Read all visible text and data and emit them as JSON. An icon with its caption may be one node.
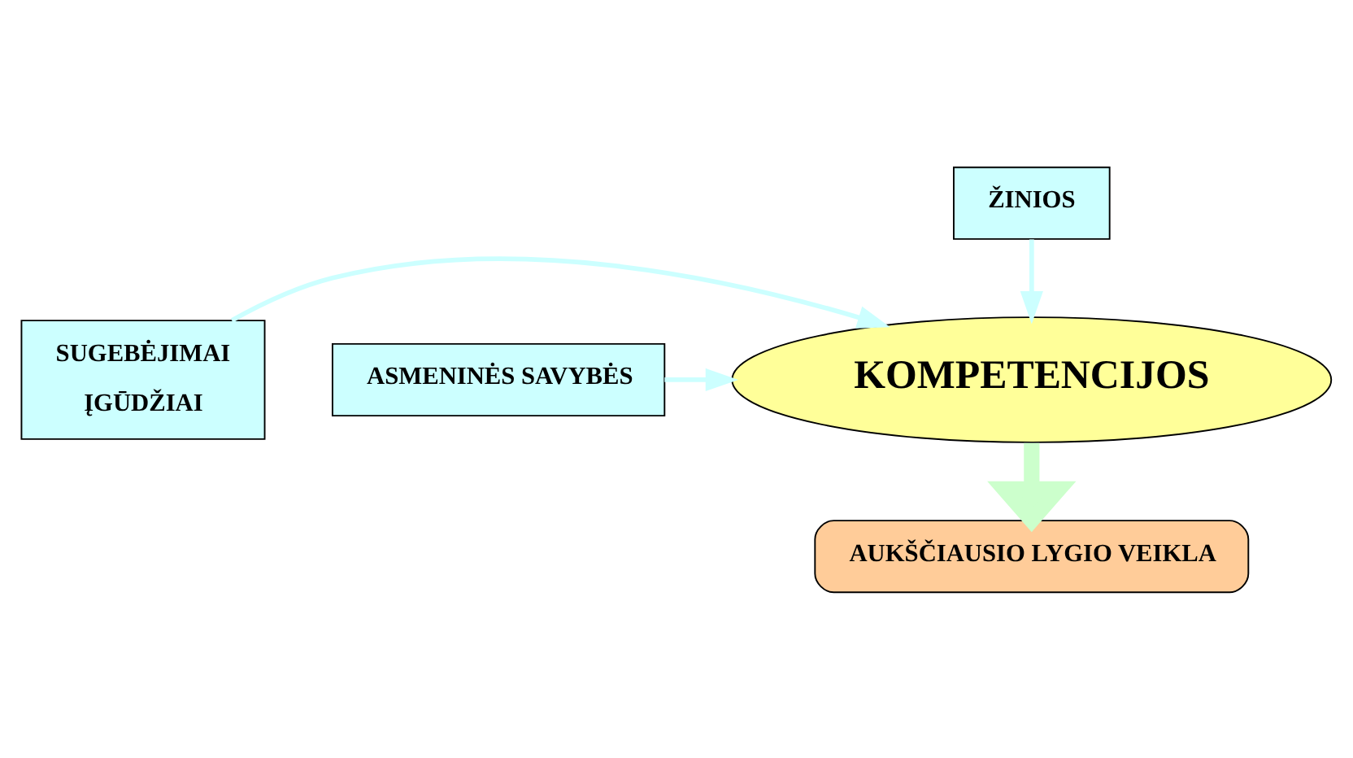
{
  "diagram": {
    "nodes": [
      {
        "text": [
          "ŽINIOS"
        ]
      },
      {
        "text": [
          "SUGEBĖJIMAI",
          "ĮGŪDŽIAI"
        ]
      },
      {
        "text": [
          "ASMENINĖS SAVYBĖS"
        ]
      },
      {
        "text": [
          "KOMPETENCIJOS"
        ]
      },
      {
        "text": [
          "AUKŠČIAUSIO LYGIO VEIKLA"
        ]
      }
    ],
    "edges": [
      {
        "from": 1,
        "to": 3,
        "arrow": "to"
      },
      {
        "from": 0,
        "to": 3,
        "arrow": "to"
      },
      {
        "from": 2,
        "to": 3,
        "arrow": "to"
      },
      {
        "from": 3,
        "to": 4,
        "arrow": "to",
        "style": "thick",
        "color": "#ccffcc"
      }
    ]
  }
}
